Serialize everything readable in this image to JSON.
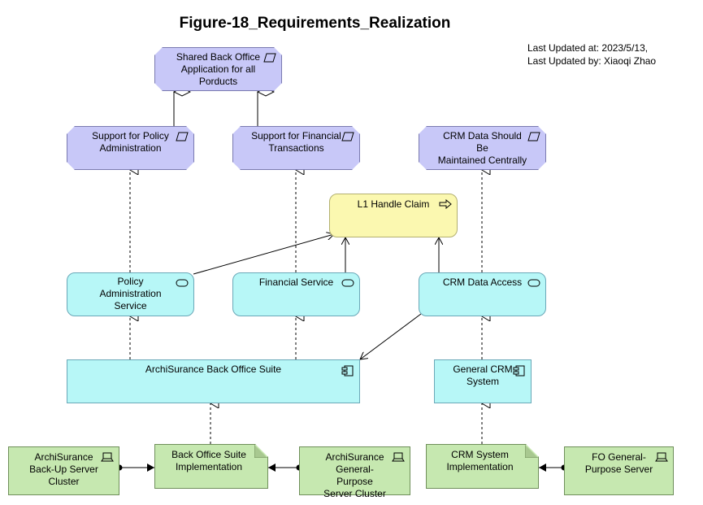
{
  "title": "Figure-18_Requirements_Realization",
  "meta": {
    "updated_at": "Last Updated at: 2023/5/13,",
    "updated_by": "Last Updated by: Xiaoqi Zhao"
  },
  "nodes": {
    "shared_back_office": "Shared Back Office\nApplication for all\nPorducts",
    "support_policy": "Support for Policy\nAdministration",
    "support_financial": "Support for Financial\nTransactions",
    "crm_data_central": "CRM Data Should Be\nMaintained Centrally",
    "l1_handle_claim": "L1 Handle Claim",
    "policy_admin_service": "Policy\nAdministration\nService",
    "financial_service": "Financial Service",
    "crm_data_access": "CRM Data Access",
    "back_office_suite": "ArchiSurance Back Office Suite",
    "general_crm": "General CRM\nSystem",
    "backup_cluster": "ArchiSurance\nBack-Up Server\nCluster",
    "bo_impl": "Back Office Suite\nImplementation",
    "gp_cluster": "ArchiSurance\nGeneral-Purpose\nServer Cluster",
    "crm_impl": "CRM System\nImplementation",
    "fo_server": "FO General-\nPurpose Server"
  },
  "colors": {
    "motivation": "#c8c8f8",
    "application": "#b7f7f7",
    "business": "#fbf8b0",
    "technology": "#c6e8b0"
  }
}
